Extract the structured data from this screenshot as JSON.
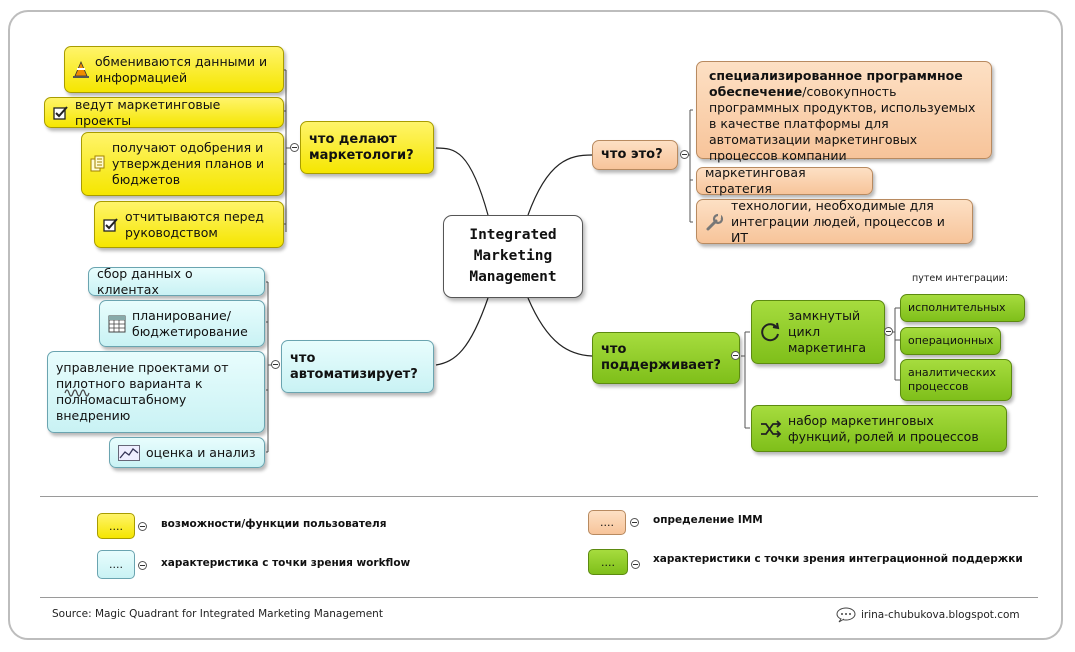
{
  "center_topic": "Integrated\nMarketing\nManagement",
  "branches": {
    "marketers": {
      "label": "что делают маркетологи?",
      "items": [
        {
          "text": "обмениваются данными и информацией",
          "icon": "traffic-cone-icon"
        },
        {
          "text": "ведут маркетинговые проекты",
          "icon": "checkbox-icon"
        },
        {
          "text": "получают одобрения и утверждения планов и бюджетов",
          "icon": "documents-icon"
        },
        {
          "text": "отчитываются перед руководством",
          "icon": "checkbox-icon"
        }
      ]
    },
    "automates": {
      "label": "что автоматизирует?",
      "items": [
        {
          "text": "сбор данных о клиентах",
          "icon": ""
        },
        {
          "text": "планирование/ бюджетирование",
          "icon": "spreadsheet-icon"
        },
        {
          "text": "управление проектами от пилотного варианта к полномасштабному внедрению",
          "icon": "waveform-icon"
        },
        {
          "text": "оценка и анализ",
          "icon": "line-chart-icon"
        }
      ]
    },
    "what_is": {
      "label": "что это?",
      "definition_bold": "специализированное программное обеспечение",
      "definition_rest": "/совокупность программных продуктов, используемых в качестве платформы для автоматизации маркетинговых процессов компании",
      "items": [
        {
          "text": "маркетинговая стратегия",
          "icon": ""
        },
        {
          "text": "технологии, необходимые для интеграции людей, процессов и ИТ",
          "icon": "wrench-icon"
        }
      ]
    },
    "supports": {
      "label": "что поддерживает?",
      "annotation": "путем интеграции:",
      "cycle": {
        "text": "замкнутый цикл маркетинга",
        "icon": "cycle-arrow-icon"
      },
      "cycle_children": [
        "исполнительных",
        "операционных",
        "аналитических процессов"
      ],
      "set": {
        "text": "набор маркетинговых функций, ролей и процессов",
        "icon": "shuffle-icon"
      }
    }
  },
  "legend": [
    {
      "box": "....",
      "color": "yellow",
      "text": "возможности/функции пользователя"
    },
    {
      "box": "....",
      "color": "cyan",
      "text": "характеристика с точки зрения workflow"
    },
    {
      "box": "....",
      "color": "orange",
      "text": "определение IMM"
    },
    {
      "box": "....",
      "color": "green",
      "text": "характеристики с точки зрения интеграционной поддержки"
    }
  ],
  "footer": {
    "source": "Source: Magic Quadrant for Integrated Marketing Management",
    "blog": "irina-chubukova.blogspot.com",
    "blog_icon": "speech-bubble-icon"
  },
  "colors": {
    "yellow": "#f5e600",
    "cyan": "#c9f2f4",
    "orange": "#f7c49a",
    "green": "#7fbf1a"
  }
}
